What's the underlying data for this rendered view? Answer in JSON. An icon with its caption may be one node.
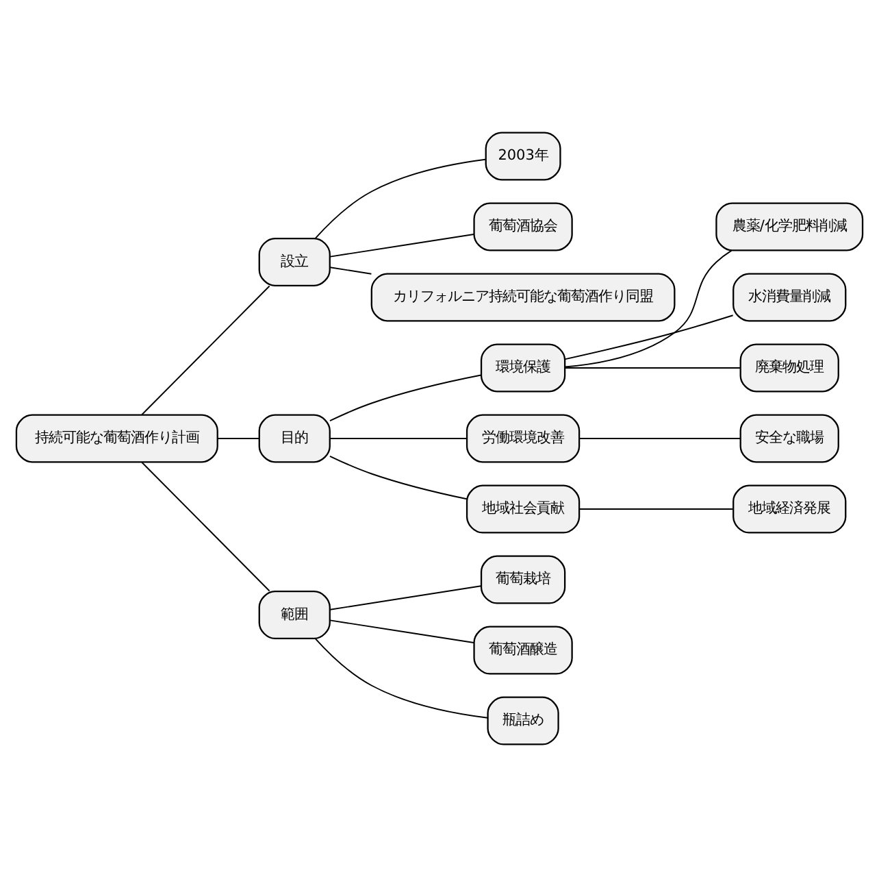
{
  "diagram": {
    "nodes": [
      {
        "text": [
          "持続可能な葡萄酒作り計画"
        ]
      },
      {
        "text": [
          "設立"
        ]
      },
      {
        "text": [
          "2003年"
        ]
      },
      {
        "text": [
          "葡萄酒協会"
        ]
      },
      {
        "text": [
          "カリフォルニア持続可能な葡萄酒作り同盟"
        ]
      },
      {
        "text": [
          "目的"
        ]
      },
      {
        "text": [
          "環境保護"
        ]
      },
      {
        "text": [
          "農薬/化学肥料削減"
        ]
      },
      {
        "text": [
          "水消費量削減"
        ]
      },
      {
        "text": [
          "廃棄物処理"
        ]
      },
      {
        "text": [
          "労働環境改善"
        ]
      },
      {
        "text": [
          "安全な職場"
        ]
      },
      {
        "text": [
          "地域社会貢献"
        ]
      },
      {
        "text": [
          "地域経済発展"
        ]
      },
      {
        "text": [
          "範囲"
        ]
      },
      {
        "text": [
          "葡萄栽培"
        ]
      },
      {
        "text": [
          "葡萄酒醸造"
        ]
      },
      {
        "text": [
          "瓶詰め"
        ]
      }
    ],
    "edges": [
      {
        "from": 0,
        "to": 1,
        "arrow": "none"
      },
      {
        "from": 1,
        "to": 2,
        "arrow": "none"
      },
      {
        "from": 1,
        "to": 3,
        "arrow": "none"
      },
      {
        "from": 1,
        "to": 4,
        "arrow": "none"
      },
      {
        "from": 0,
        "to": 5,
        "arrow": "none"
      },
      {
        "from": 5,
        "to": 6,
        "arrow": "none"
      },
      {
        "from": 6,
        "to": 7,
        "arrow": "none"
      },
      {
        "from": 6,
        "to": 8,
        "arrow": "none"
      },
      {
        "from": 6,
        "to": 9,
        "arrow": "none"
      },
      {
        "from": 5,
        "to": 10,
        "arrow": "none"
      },
      {
        "from": 10,
        "to": 11,
        "arrow": "none"
      },
      {
        "from": 5,
        "to": 12,
        "arrow": "none"
      },
      {
        "from": 12,
        "to": 13,
        "arrow": "none"
      },
      {
        "from": 0,
        "to": 14,
        "arrow": "none"
      },
      {
        "from": 14,
        "to": 15,
        "arrow": "none"
      },
      {
        "from": 14,
        "to": 16,
        "arrow": "none"
      },
      {
        "from": 14,
        "to": 17,
        "arrow": "none"
      }
    ]
  }
}
